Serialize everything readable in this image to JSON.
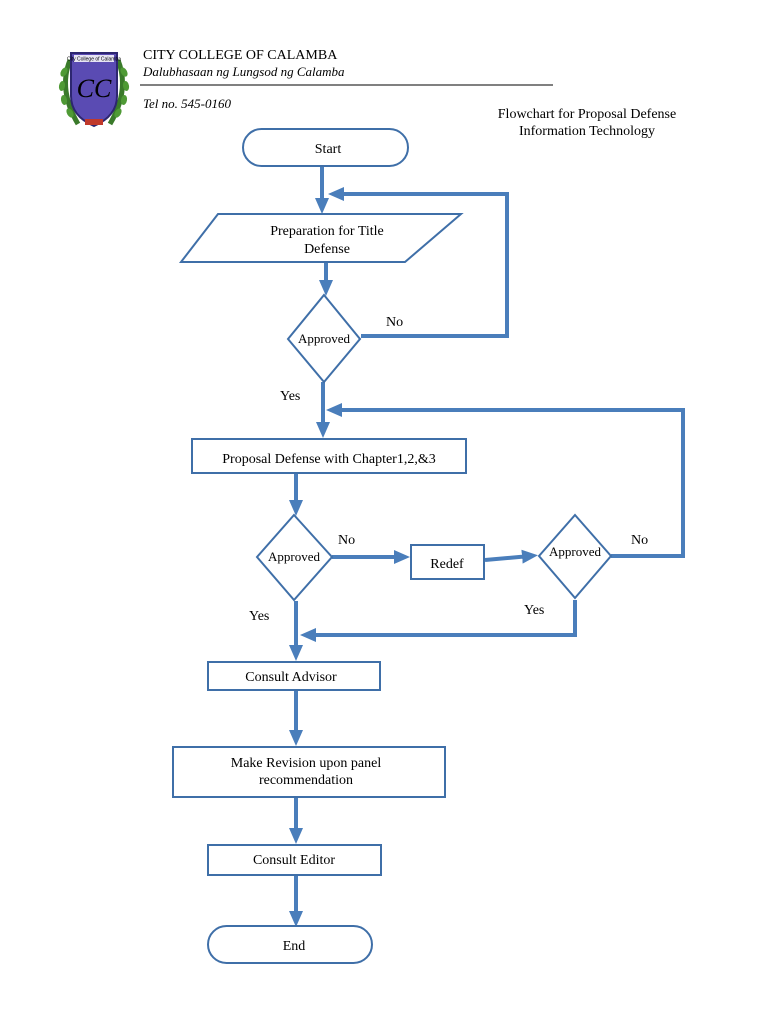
{
  "header": {
    "college_name": "CITY COLLEGE OF CALAMBA",
    "college_subtitle": "Dalubhasaan ng Lungsod ng Calamba",
    "telephone": "Tel no. 545-0160",
    "logo_text": "City College of Calamba",
    "logo_monogram": "CC"
  },
  "flowchart": {
    "title_line1": "Flowchart for Proposal Defense",
    "title_line2": "Information Technology",
    "nodes": {
      "start": "Start",
      "prep_line1": "Preparation for Title",
      "prep_line2": "Defense",
      "approved1": "Approved",
      "proposal": "Proposal Defense with Chapter1,2,&3",
      "approved2": "Approved",
      "redef": "Redef",
      "approved3": "Approved",
      "consult_advisor": "Consult Advisor",
      "revision_line1": "Make Revision upon panel",
      "revision_line2": "recommendation",
      "consult_editor": "Consult Editor",
      "end": "End"
    },
    "edge_labels": {
      "approved1_no": "No",
      "approved1_yes": "Yes",
      "approved2_no": "No",
      "approved2_yes": "Yes",
      "approved3_no": "No",
      "approved3_yes": "Yes"
    },
    "colors": {
      "arrow": "#4a7ebb",
      "shape_border": "#3f6fa8"
    }
  }
}
